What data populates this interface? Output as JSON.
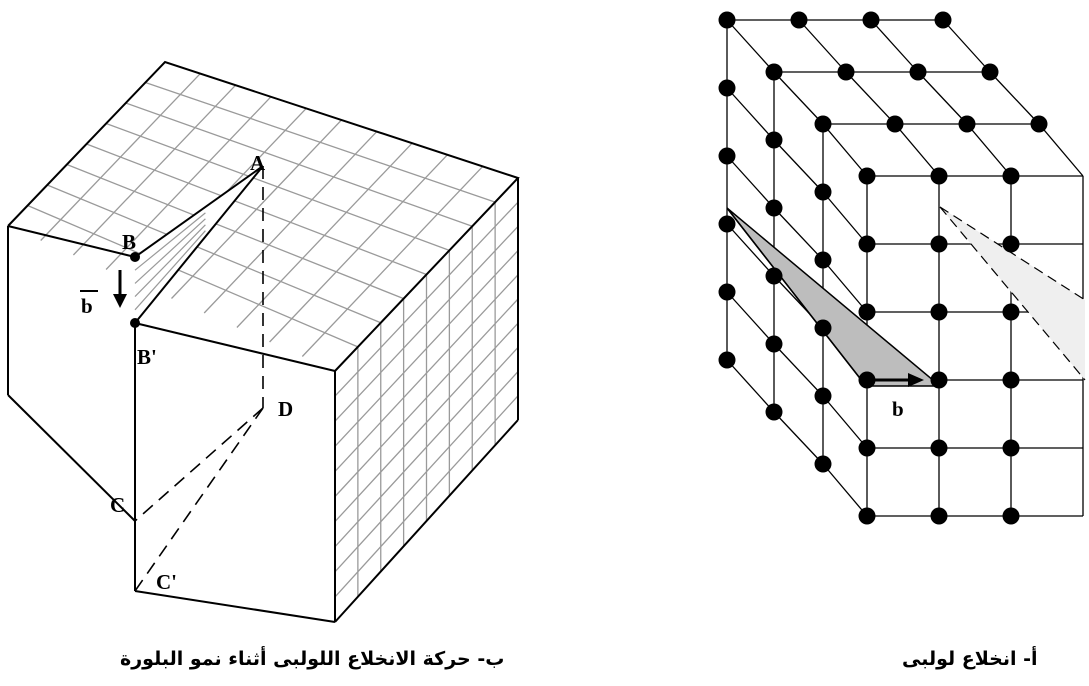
{
  "left_figure": {
    "caption": "ب- حركة الانخلاع اللولبى أثناء نمو البلورة",
    "points": {
      "A": "A",
      "B": "B",
      "B_prime": "B'",
      "C": "C",
      "C_prime": "C'",
      "D": "D"
    },
    "burgers_label": "b"
  },
  "right_figure": {
    "caption": "أ- انخلاع لولبى",
    "burgers_label": "b"
  },
  "colors": {
    "line": "#000000",
    "grid": "#9a9a9a",
    "shaded_wedge": "#bdbdbd",
    "light_wedge": "#efefef",
    "atom": "#000000"
  }
}
